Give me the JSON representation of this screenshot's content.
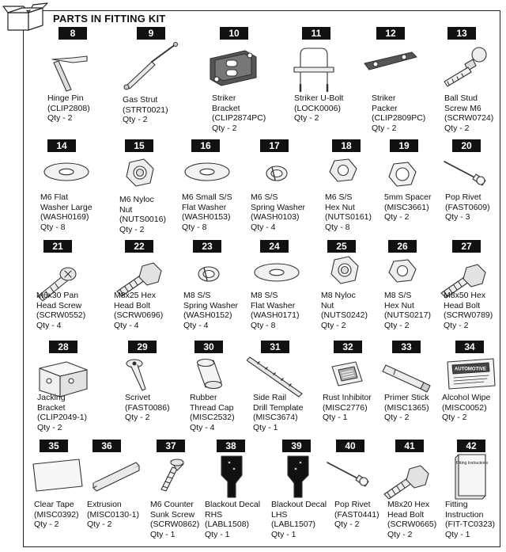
{
  "title": "PARTS IN FITTING KIT",
  "parts": [
    {
      "num": "8",
      "lines": [
        "Hinge Pin",
        "(CLIP2808)",
        "Qty - 2"
      ],
      "icon": "hinge-pin-icon"
    },
    {
      "num": "9",
      "lines": [
        "Gas Strut",
        "(STRT0021)",
        "Qty - 2"
      ],
      "icon": "gas-strut-icon"
    },
    {
      "num": "10",
      "lines": [
        "Striker",
        "Bracket",
        "(CLIP2874PC)",
        "Qty - 2"
      ],
      "icon": "striker-bracket-icon"
    },
    {
      "num": "11",
      "lines": [
        "Striker U-Bolt",
        "(LOCK0006)",
        "Qty - 2"
      ],
      "icon": "u-bolt-icon"
    },
    {
      "num": "12",
      "lines": [
        "Striker",
        "Packer",
        "(CLIP2809PC)",
        "Qty - 2"
      ],
      "icon": "striker-packer-icon"
    },
    {
      "num": "13",
      "lines": [
        "Ball Stud",
        "Screw M6",
        "(SCRW0724)",
        "Qty - 2"
      ],
      "icon": "ball-stud-icon"
    },
    {
      "num": "14",
      "lines": [
        "M6 Flat",
        "Washer Large",
        "(WASH0169)",
        "Qty - 8"
      ],
      "icon": "flat-washer-icon"
    },
    {
      "num": "15",
      "lines": [
        "M6 Nyloc",
        "Nut",
        "(NUTS0016)",
        "Qty - 2"
      ],
      "icon": "nyloc-nut-icon"
    },
    {
      "num": "16",
      "lines": [
        "M6 Small S/S",
        "Flat Washer",
        "(WASH0153)",
        "Qty - 8"
      ],
      "icon": "flat-washer-icon"
    },
    {
      "num": "17",
      "lines": [
        "M6 S/S",
        "Spring Washer",
        "(WASH0103)",
        "Qty - 4"
      ],
      "icon": "spring-washer-icon"
    },
    {
      "num": "18",
      "lines": [
        "M6 S/S",
        "Hex Nut",
        "(NUTS0161)",
        "Qty - 8"
      ],
      "icon": "hex-nut-icon"
    },
    {
      "num": "19",
      "lines": [
        "5mm Spacer",
        "(MISC3661)",
        "Qty - 2"
      ],
      "icon": "spacer-icon"
    },
    {
      "num": "20",
      "lines": [
        "Pop Rivet",
        "(FAST0609)",
        "Qty - 3"
      ],
      "icon": "pop-rivet-icon"
    },
    {
      "num": "21",
      "lines": [
        "M6x30 Pan",
        "Head Screw",
        "(SCRW0552)",
        "Qty - 4"
      ],
      "icon": "pan-head-screw-icon"
    },
    {
      "num": "22",
      "lines": [
        "M8x25 Hex",
        "Head Bolt",
        "(SCRW0696)",
        "Qty - 4"
      ],
      "icon": "hex-bolt-icon"
    },
    {
      "num": "23",
      "lines": [
        "M8 S/S",
        "Spring Washer",
        "(WASH0152)",
        "Qty - 4"
      ],
      "icon": "spring-washer-icon"
    },
    {
      "num": "24",
      "lines": [
        "M8  S/S",
        "Flat Washer",
        "(WASH0171)",
        "Qty - 8"
      ],
      "icon": "flat-washer-icon"
    },
    {
      "num": "25",
      "lines": [
        "M8 Nyloc",
        "Nut",
        "(NUTS0242)",
        "Qty - 2"
      ],
      "icon": "nyloc-nut-icon"
    },
    {
      "num": "26",
      "lines": [
        "M8 S/S",
        "Hex Nut",
        "(NUTS0217)",
        "Qty - 2"
      ],
      "icon": "hex-nut-icon"
    },
    {
      "num": "27",
      "lines": [
        "M8x50 Hex",
        "Head Bolt",
        "(SCRW0789)",
        "Qty - 2"
      ],
      "icon": "hex-bolt-icon"
    },
    {
      "num": "28",
      "lines": [
        "Jacking",
        "Bracket",
        "(CLIP2049-1)",
        "Qty - 2"
      ],
      "icon": "jacking-bracket-icon"
    },
    {
      "num": "29",
      "lines": [
        "Scrivet",
        "(FAST0086)",
        "Qty - 2"
      ],
      "icon": "scrivet-icon"
    },
    {
      "num": "30",
      "lines": [
        "Rubber",
        "Thread Cap",
        "(MISC2532)",
        "Qty - 4"
      ],
      "icon": "thread-cap-icon"
    },
    {
      "num": "31",
      "lines": [
        "Side Rail",
        "Drill Template",
        "(MISC3674)",
        "Qty - 1"
      ],
      "icon": "drill-template-icon"
    },
    {
      "num": "32",
      "lines": [
        "Rust Inhibitor",
        "(MISC2776)",
        "Qty - 1"
      ],
      "icon": "rust-inhibitor-icon"
    },
    {
      "num": "33",
      "lines": [
        "Primer Stick",
        "(MISC1365)",
        "Qty - 2"
      ],
      "icon": "primer-stick-icon"
    },
    {
      "num": "34",
      "lines": [
        "Alcohol Wipe",
        "(MISC0052)",
        "Qty - 2"
      ],
      "icon": "alcohol-wipe-icon",
      "tag": "AUTOMOTIVE"
    },
    {
      "num": "35",
      "lines": [
        "Clear Tape",
        "(MISC0392)",
        "Qty - 2"
      ],
      "icon": "clear-tape-icon"
    },
    {
      "num": "36",
      "lines": [
        "Extrusion",
        "(MISC0130-1)",
        "Qty - 2"
      ],
      "icon": "extrusion-icon"
    },
    {
      "num": "37",
      "lines": [
        "M6 Counter",
        "Sunk Screw",
        "(SCRW0862)",
        "Qty - 1"
      ],
      "icon": "countersunk-screw-icon"
    },
    {
      "num": "38",
      "lines": [
        "Blackout Decal",
        "RHS",
        "(LABL1508)",
        "Qty - 1"
      ],
      "icon": "decal-rhs-icon"
    },
    {
      "num": "39",
      "lines": [
        "Blackout Decal",
        "LHS",
        "(LABL1507)",
        "Qty - 1"
      ],
      "icon": "decal-lhs-icon"
    },
    {
      "num": "40",
      "lines": [
        "Pop Rivet",
        "(FAST0441)",
        "Qty - 2"
      ],
      "icon": "pop-rivet-icon"
    },
    {
      "num": "41",
      "lines": [
        "M8x20 Hex",
        "Head Bolt",
        "(SCRW0665)",
        "Qty - 2"
      ],
      "icon": "hex-bolt-icon"
    },
    {
      "num": "42",
      "lines": [
        "Fitting",
        "Instruction",
        "(FIT-TC0323)",
        "Qty - 1"
      ],
      "icon": "instruction-booklet-icon",
      "tag": "Fitting Instructions"
    }
  ]
}
